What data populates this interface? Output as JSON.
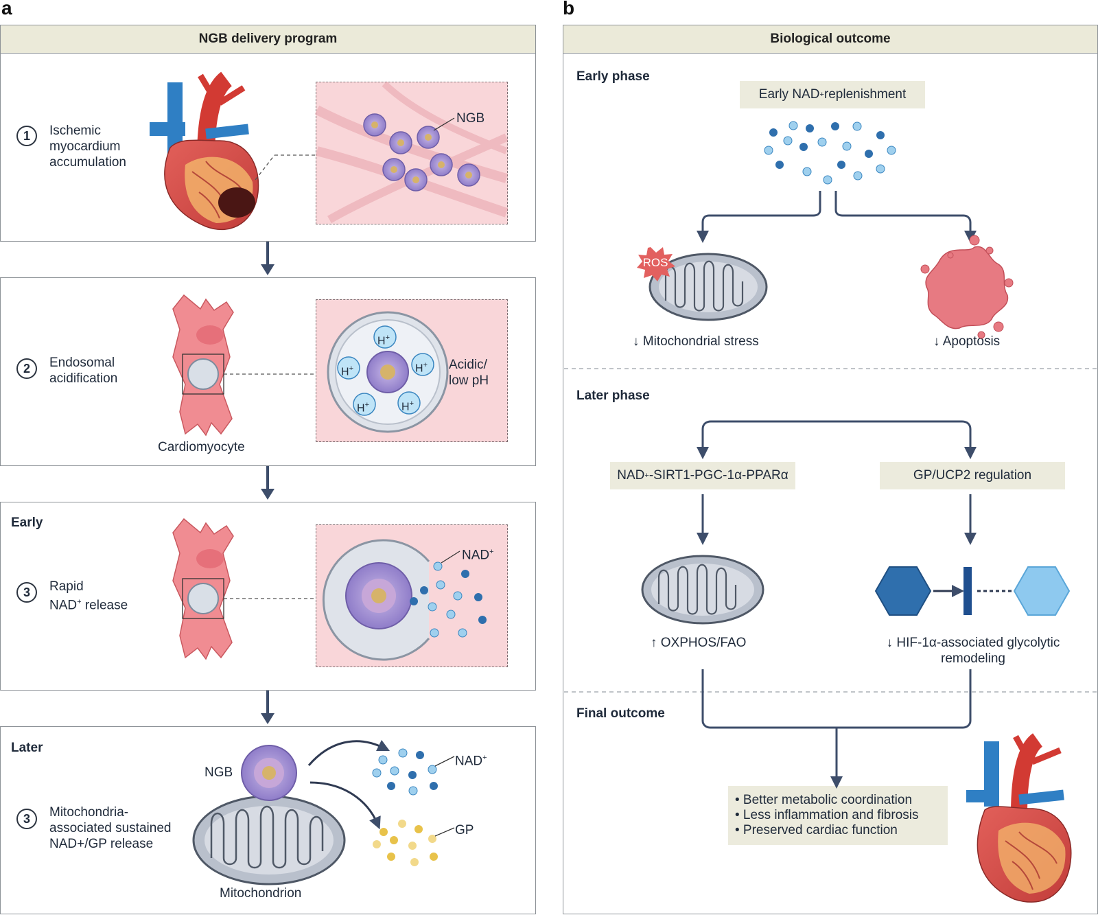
{
  "panel_a": {
    "letter": "a",
    "header": "NGB delivery program",
    "step1": {
      "num": "1",
      "label": "Ischemic\nmyocardium\naccumulation",
      "ngb_label": "NGB"
    },
    "step2": {
      "num": "2",
      "label": "Endosomal\nacidification",
      "cell_label": "Cardiomyocyte",
      "proton": "H",
      "proton_sup": "+",
      "ph_label": "Acidic/\nlow pH"
    },
    "step3_early": {
      "phase": "Early",
      "num": "3",
      "label_line1": "Rapid",
      "label_line2_pre": "NAD",
      "label_sup": "+",
      "label_line2_post": " release",
      "nad_label": "NAD",
      "nad_sup": "+"
    },
    "step3_later": {
      "phase": "Later",
      "num": "3",
      "label": "Mitochondria-\nassociated sustained\nNAD+/GP release",
      "ngb_label": "NGB",
      "nad_label": "NAD",
      "nad_sup": "+",
      "gp_label": "GP",
      "mito_label": "Mitochondrion"
    }
  },
  "panel_b": {
    "letter": "b",
    "header": "Biological outcome",
    "early_phase": {
      "title": "Early phase",
      "tag_pre": "Early NAD",
      "tag_sup": "+",
      "tag_post": " replenishment",
      "ros": "ROS",
      "mito_stress": "↓ Mitochondrial stress",
      "apoptosis": "↓ Apoptosis"
    },
    "later_phase": {
      "title": "Later phase",
      "pathway_pre": "NAD",
      "pathway_sup": "+",
      "pathway_post": "-SIRT1-PGC-1α-PPARα",
      "gp_reg": "GP/UCP2 regulation",
      "oxphos": "↑ OXPHOS/FAO",
      "hif": "↓ HIF-1α-associated glycolytic\nremodeling"
    },
    "final": {
      "title": "Final outcome",
      "bullets": [
        "• Better metabolic coordination",
        "• Less inflammation and fibrosis",
        "• Preserved cardiac function"
      ]
    }
  },
  "colors": {
    "navy": "#3d4d6a",
    "pink": "#f9d6d9",
    "tan": "#ecebdd",
    "blue_dark": "#2f6fad",
    "blue_light": "#9fd0ee",
    "gold": "#e8c24a"
  }
}
